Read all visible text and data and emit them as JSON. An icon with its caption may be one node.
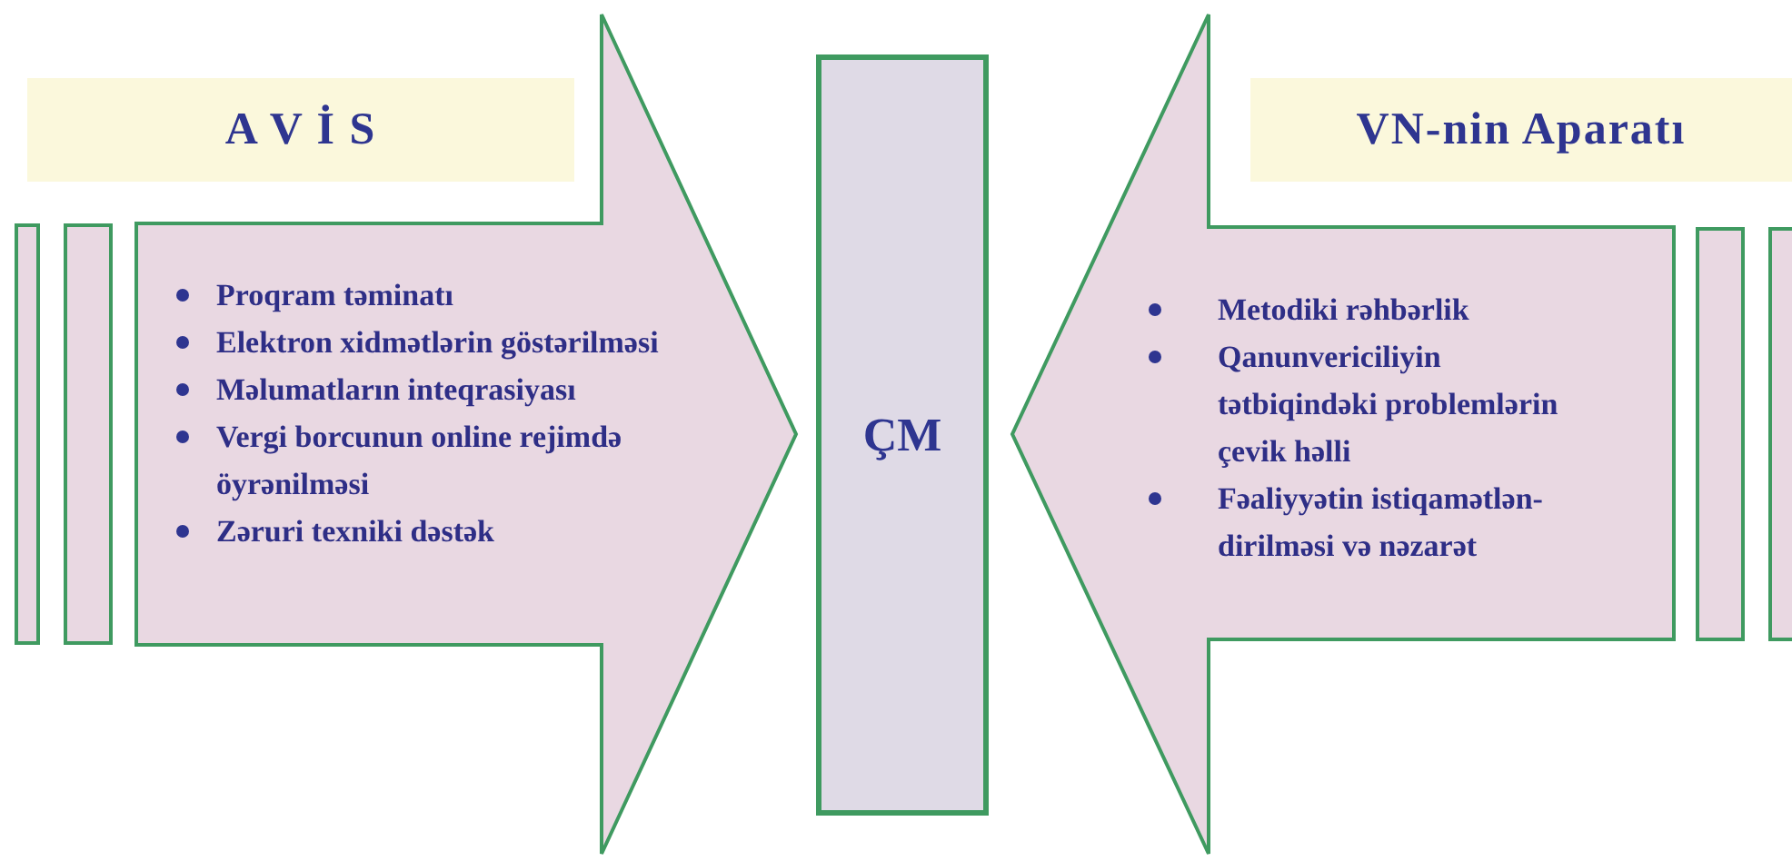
{
  "diagram": {
    "nodes": [
      {
        "text": [
          "A V İ S"
        ]
      },
      {
        "text": [],
        "shape": "bar"
      },
      {
        "text": [],
        "shape": "bar"
      },
      {
        "text": [
          "Proqram təminatı",
          "Elektron xidmətlərin göstərilməsi",
          "Məlumatların inteqrasiyası",
          "Vergi borcunun online  rejimdə öyrənilməsi",
          "Zəruri texniki dəstək"
        ]
      },
      {
        "text": [
          "ÇM"
        ]
      },
      {
        "text": [
          "VN-nin Aparatı"
        ]
      },
      {
        "text": [
          "Metodiki rəhbərlik",
          "Qanunvericiliyin tətbiqindəki problemlərin çevik həlli",
          "Fəaliyyətin istiqamətlən-dirilməsi və nəzarət"
        ]
      },
      {
        "text": [],
        "shape": "bar"
      },
      {
        "text": [],
        "shape": "bar"
      }
    ]
  }
}
